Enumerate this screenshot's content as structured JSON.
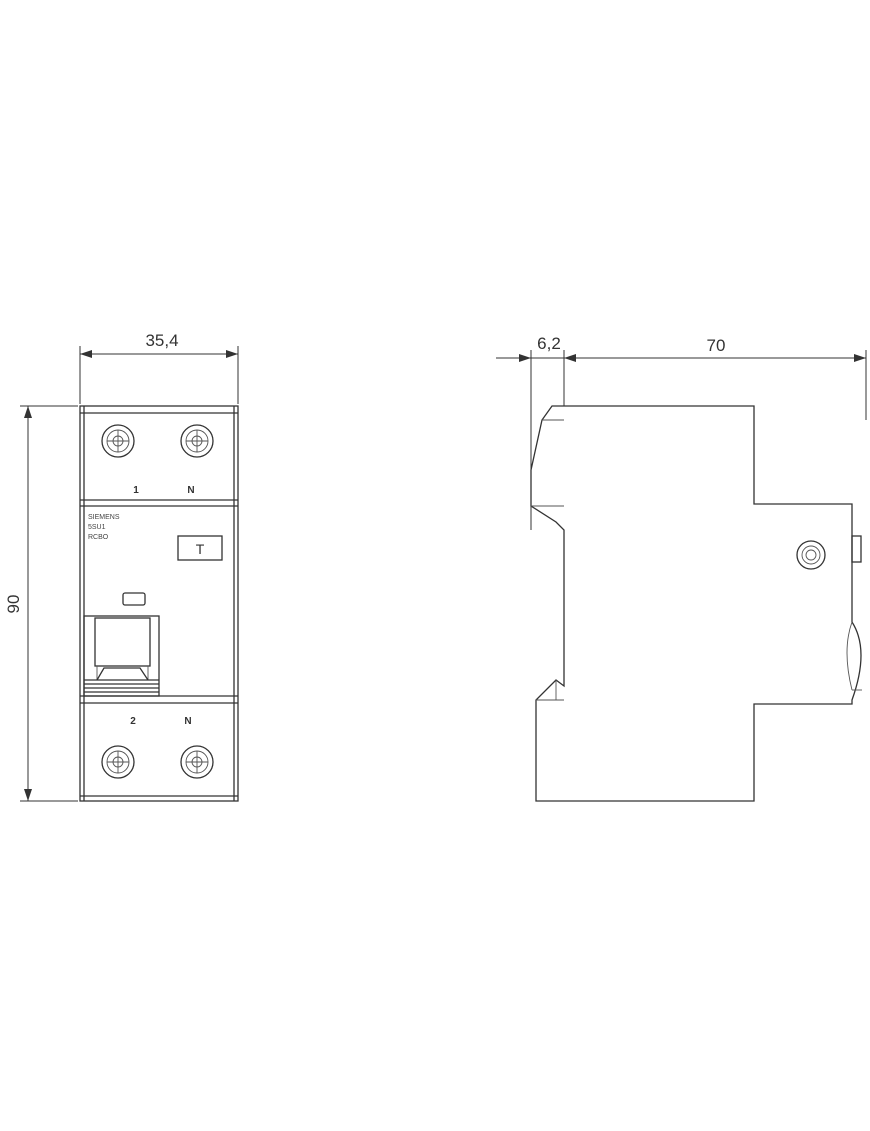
{
  "dimensions": {
    "front_width": "35,4",
    "front_height": "90",
    "side_offset": "6,2",
    "side_depth": "70"
  },
  "front_view": {
    "terminal_top_left": "1",
    "terminal_top_right": "N",
    "terminal_bottom_left": "2",
    "terminal_bottom_right": "N",
    "label_lines": [
      "SIEMENS",
      "5SU1",
      "RCBO"
    ],
    "test_symbol": "T"
  }
}
